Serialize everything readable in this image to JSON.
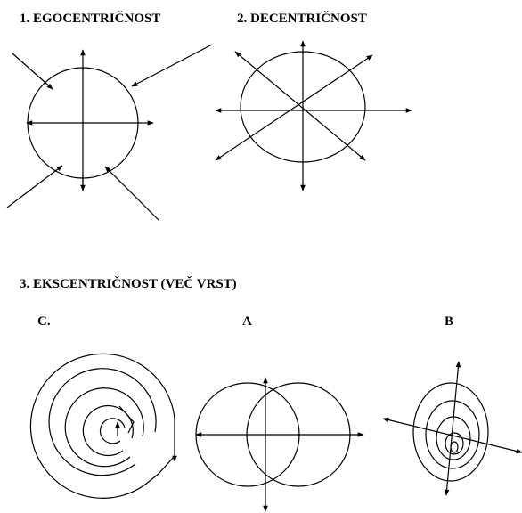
{
  "headings": {
    "egocentric": "1. EGOCENTRIČNOST",
    "decentric": "2. DECENTRIČNOST",
    "eccentric": "3. EKSCENTRIČNOST (VEČ VRST)"
  },
  "variant_labels": {
    "c": "C.",
    "a": "A",
    "b": "B"
  },
  "colors": {
    "ink": "#000000",
    "background": "#ffffff"
  }
}
